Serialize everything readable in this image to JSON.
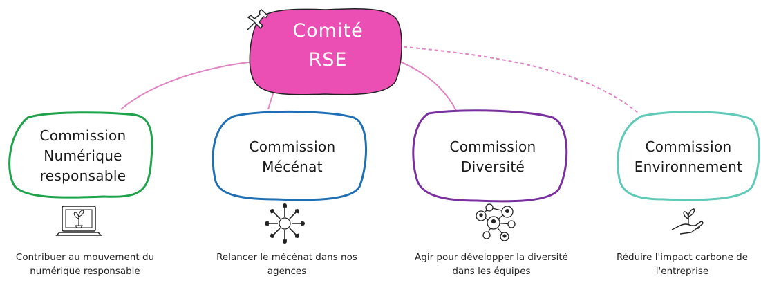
{
  "root": {
    "line1": "Comité",
    "line2": "RSE",
    "color": "#ec4fb4",
    "icon": "pushpin-icon"
  },
  "connector_color": "#e084c4",
  "commissions": [
    {
      "lines": [
        "Commission",
        "Numérique",
        "responsable"
      ],
      "border_color": "#1ea34a",
      "icon": "laptop-plant-icon",
      "caption": [
        "Contribuer au mouvement du",
        "numérique responsable"
      ]
    },
    {
      "lines": [
        "Commission",
        "Mécénat"
      ],
      "border_color": "#1f6fb5",
      "icon": "hands-circle-icon",
      "caption": [
        "Relancer le mécénat dans nos",
        "agences"
      ]
    },
    {
      "lines": [
        "Commission",
        "Diversité"
      ],
      "border_color": "#7a2f9e",
      "icon": "people-network-icon",
      "caption": [
        "Agir pour développer la diversité",
        "dans les équipes"
      ]
    },
    {
      "lines": [
        "Commission",
        "Environnement"
      ],
      "border_color": "#5fcab8",
      "icon": "hand-sprout-icon",
      "caption": [
        "Réduire l'impact carbone de",
        "l'entreprise"
      ]
    }
  ]
}
